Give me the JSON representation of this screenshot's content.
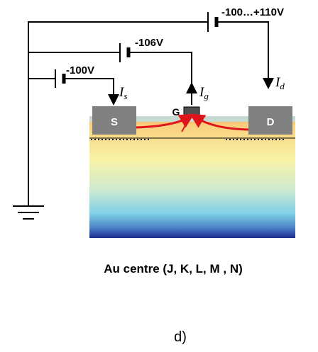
{
  "sources": {
    "top_voltage": "-100…+110V",
    "middle_voltage": "-106V",
    "bottom_voltage": "-100V"
  },
  "contacts": {
    "source": "S",
    "gate": "G",
    "drain": "D"
  },
  "currents": {
    "source": {
      "symbol": "I",
      "sub": "s"
    },
    "gate": {
      "symbol": "I",
      "sub": "g"
    },
    "drain": {
      "symbol": "I",
      "sub": "d"
    }
  },
  "caption": "Au centre (J, K, L, M , N)",
  "panel_label": "d)",
  "colors": {
    "wire": "#000000",
    "electrode": "#808080",
    "arrow": "#e0151b",
    "substrate_top": "#f7a95a",
    "substrate_mid": "#f9f3a6",
    "substrate_bottom": "#1a2a8c"
  }
}
